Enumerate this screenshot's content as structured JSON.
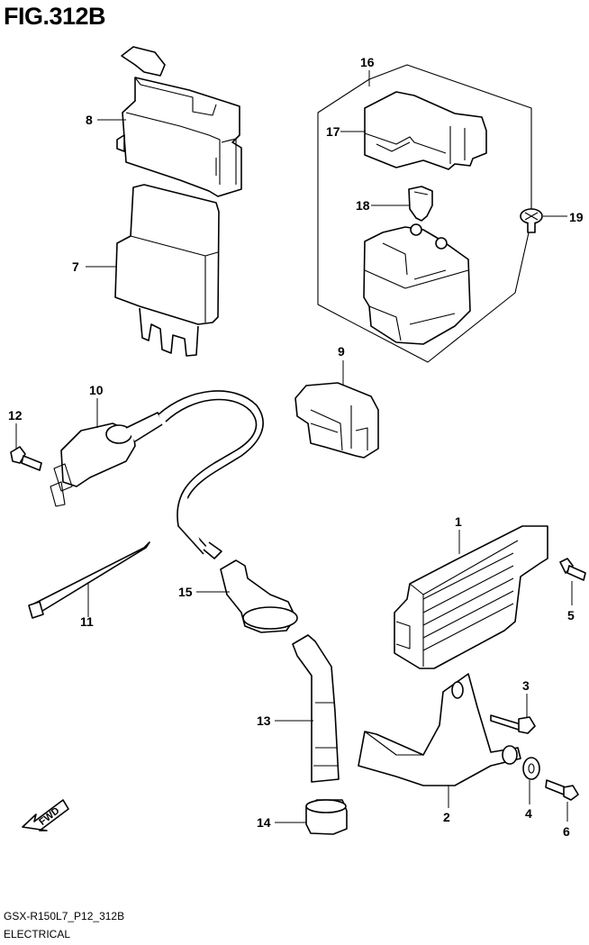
{
  "figure_title": "FIG.312B",
  "footer": {
    "code": "GSX-R150L7_P12_312B",
    "name": "ELECTRICAL"
  },
  "direction_label": "FWD",
  "callouts": {
    "c1": "1",
    "c2": "2",
    "c3": "3",
    "c4": "4",
    "c5": "5",
    "c6": "6",
    "c7": "7",
    "c8": "8",
    "c9": "9",
    "c10": "10",
    "c11": "11",
    "c12": "12",
    "c13": "13",
    "c14": "14",
    "c15": "15",
    "c16": "16",
    "c17": "17",
    "c18": "18",
    "c19": "19"
  }
}
